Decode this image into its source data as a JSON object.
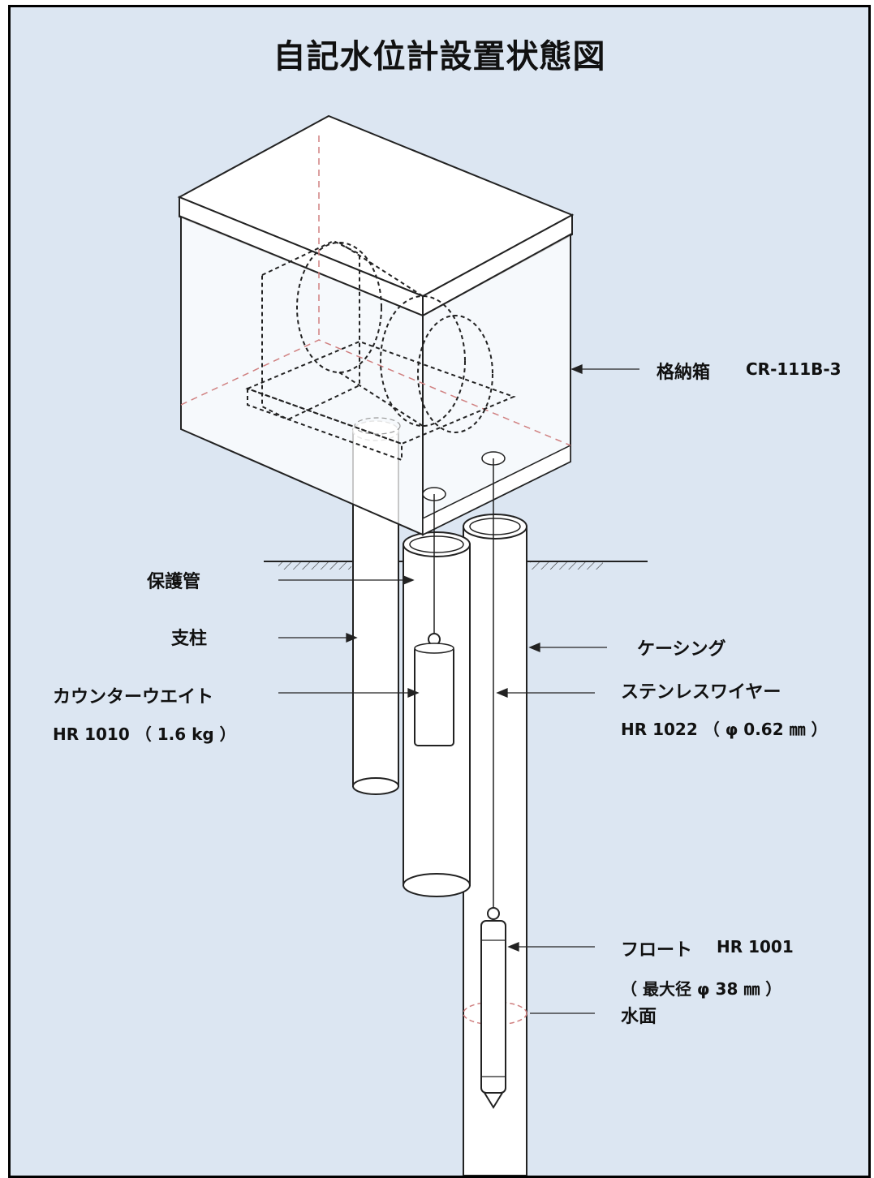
{
  "title": "自記水位計設置状態図",
  "labels": {
    "storage_box": "格納箱",
    "storage_box_model": "CR-111B-3",
    "protective_pipe": "保護管",
    "post": "支柱",
    "counterweight": "カウンターウエイト",
    "counterweight_spec": "HR 1010 （ 1.6 kg ）",
    "wire": "ステンレスワイヤー",
    "wire_spec": "HR 1022 （ φ 0.62 ㎜ ）",
    "casing": "ケーシング",
    "float": "フロート",
    "float_model": "HR 1001",
    "float_spec": "（ 最大径 φ 38 ㎜ ）",
    "water_surface": "水面"
  },
  "colors": {
    "background": "#dce6f2",
    "frame": "#000000",
    "drawing_fill": "#ffffff",
    "dashed_hidden": "#d08080"
  }
}
